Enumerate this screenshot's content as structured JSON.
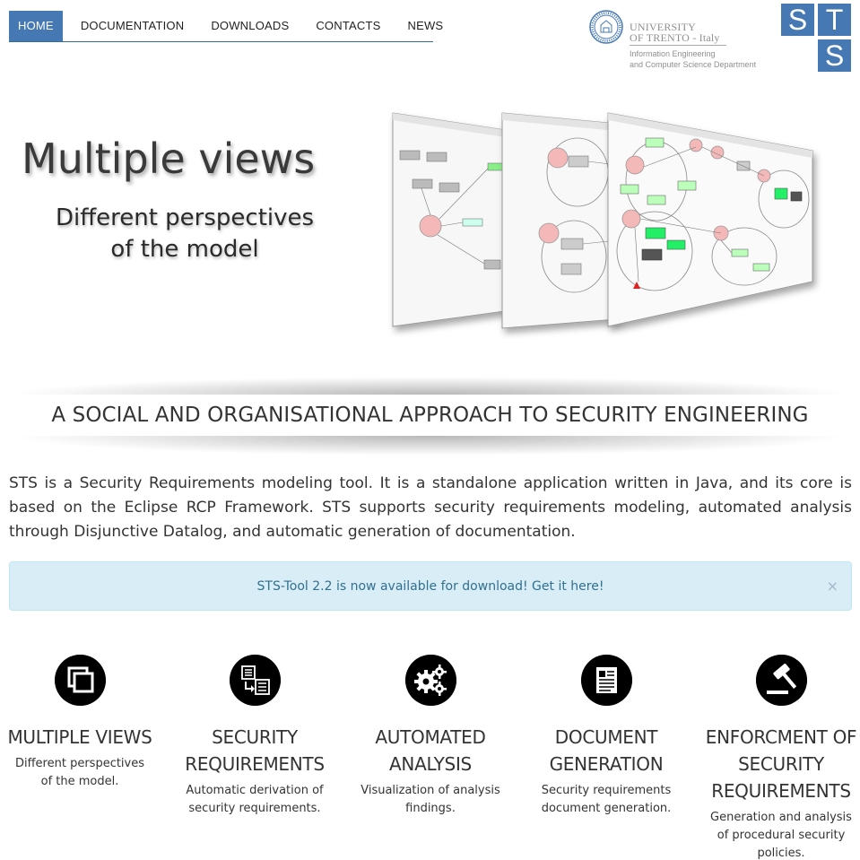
{
  "nav": {
    "items": [
      {
        "label": "HOME",
        "active": true
      },
      {
        "label": "DOCUMENTATION",
        "active": false
      },
      {
        "label": "DOWNLOADS",
        "active": false
      },
      {
        "label": "CONTACTS",
        "active": false
      },
      {
        "label": "NEWS",
        "active": false
      }
    ]
  },
  "university_logo": {
    "name_line1": "UNIVERSITY",
    "name_line2": "OF TRENTO - Italy",
    "dept_line1": "Information Engineering",
    "dept_line2": "and Computer Science Department",
    "icon": "university-seal-icon"
  },
  "sts_logo": {
    "letters": [
      "S",
      "T",
      "S"
    ],
    "color": "#4678b4"
  },
  "hero": {
    "title": "Multiple views",
    "subtitle_line1": "Different perspectives",
    "subtitle_line2": "of the model"
  },
  "tagline": "A SOCIAL AND ORGANISATIONAL APPROACH TO SECURITY ENGINEERING",
  "intro": "STS is a Security Requirements modeling tool. It is a standalone application written in Java, and its core is based on the Eclipse RCP Framework. STS supports security requirements modeling, automated analysis through Disjunctive Datalog, and automatic generation of documentation.",
  "alert": {
    "text": "STS-Tool 2.2 is now available for download! Get it here!",
    "close": "×"
  },
  "features": [
    {
      "icon": "multiple-views-icon",
      "title": "MULTIPLE VIEWS",
      "description": "Different perspectives of the model."
    },
    {
      "icon": "security-requirements-icon",
      "title": "SECURITY REQUIREMENTS",
      "description": "Automatic derivation of security requirements."
    },
    {
      "icon": "gears-icon",
      "title": "AUTOMATED ANALYSIS",
      "description": "Visualization of analysis findings."
    },
    {
      "icon": "document-icon",
      "title": "DOCUMENT GENERATION",
      "description": "Security requirements document generation."
    },
    {
      "icon": "gavel-icon",
      "title": "ENFORCMENT OF SECURITY REQUIREMENTS",
      "description": "Generation and analysis of procedural security policies."
    }
  ],
  "colors": {
    "accent": "#4678b4",
    "alert_bg": "#d9edf7",
    "alert_text": "#31708f"
  }
}
